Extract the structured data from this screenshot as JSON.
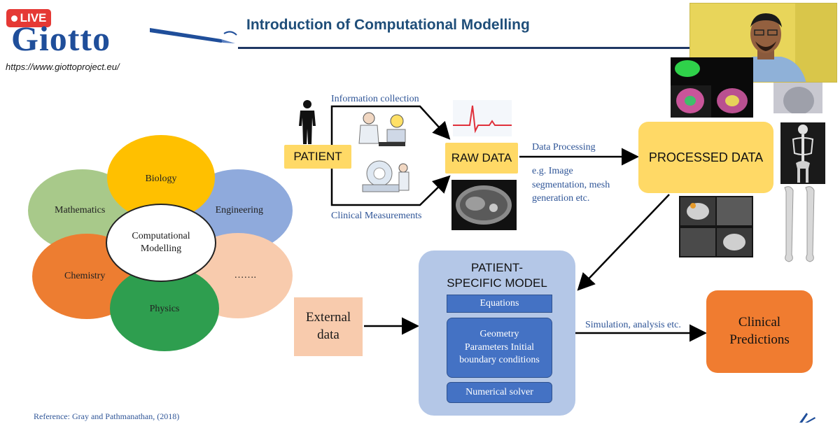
{
  "live_badge": {
    "label": "LIVE",
    "color": "#e53935"
  },
  "logo": {
    "text": "Giotto",
    "url": "https://www.giottoproject.eu/"
  },
  "slide": {
    "title": "Introduction of Computational Modelling"
  },
  "disciplines": {
    "center": "Computational Modelling",
    "petals": [
      {
        "label": "Biology",
        "color": "#ffc000"
      },
      {
        "label": "Mathematics",
        "color": "#a8c98a"
      },
      {
        "label": "Engineering",
        "color": "#8faadc"
      },
      {
        "label": "Chemistry",
        "color": "#ed7d31"
      },
      {
        "label": "…….",
        "color": "#f8cbad"
      },
      {
        "label": "Physics",
        "color": "#2e9e4f"
      }
    ]
  },
  "flow": {
    "patient": "PATIENT",
    "info_collection": "Information collection",
    "clinical_measurements": "Clinical Measurements",
    "raw_data": "RAW DATA",
    "data_processing": "Data Processing",
    "processing_example": "e.g. Image segmentation, mesh generation etc.",
    "processed_data": "PROCESSED DATA",
    "external_data": "External data",
    "model": {
      "title": "PATIENT-SPECIFIC MODEL",
      "items": [
        "Equations",
        "Geometry Parameters Initial boundary conditions",
        "Numerical solver"
      ]
    },
    "simulation": "Simulation, analysis etc.",
    "clinical_predictions": "Clinical Predictions"
  },
  "reference": "Reference: Gray and Pathmanathan, (2018)",
  "icons": {
    "person": "person-icon",
    "pen": "pen-icon",
    "ecg": "ecg-image",
    "ct": "ct-scan-image",
    "webcam": "presenter-webcam"
  },
  "colors": {
    "title_blue": "#1f4e79",
    "box_yellow": "#ffd966",
    "model_panel": "#b4c7e7",
    "model_item": "#4472c4",
    "external": "#f8cbad",
    "clinical": "#f07c30"
  }
}
